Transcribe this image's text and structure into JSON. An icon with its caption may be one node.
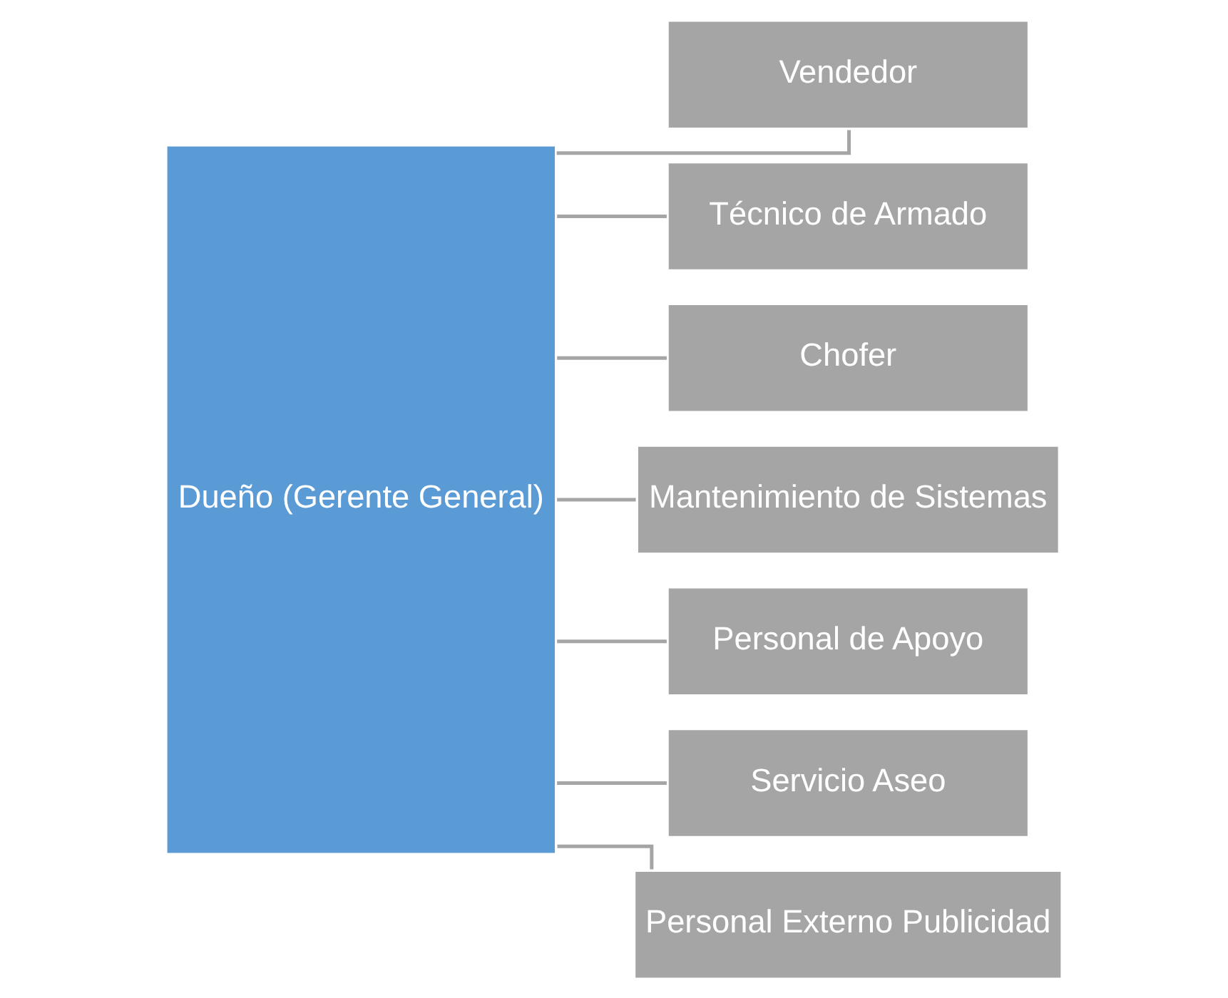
{
  "diagram": {
    "nodes": [
      {
        "text": [
          "Dueño (Gerente General)"
        ]
      },
      {
        "text": [
          "Vendedor"
        ]
      },
      {
        "text": [
          "Técnico de Armado"
        ]
      },
      {
        "text": [
          "Chofer"
        ]
      },
      {
        "text": [
          "Mantenimiento de Sistemas"
        ]
      },
      {
        "text": [
          "Personal de Apoyo"
        ]
      },
      {
        "text": [
          "Servicio Aseo"
        ]
      },
      {
        "text": [
          "Personal Externo Publicidad"
        ]
      }
    ],
    "edges": [
      {
        "from": 0,
        "to": 1,
        "arrow": "none"
      },
      {
        "from": 0,
        "to": 2,
        "arrow": "none"
      },
      {
        "from": 0,
        "to": 3,
        "arrow": "none"
      },
      {
        "from": 0,
        "to": 4,
        "arrow": "none"
      },
      {
        "from": 0,
        "to": 5,
        "arrow": "none"
      },
      {
        "from": 0,
        "to": 6,
        "arrow": "none"
      },
      {
        "from": 0,
        "to": 7,
        "arrow": "none"
      }
    ]
  }
}
